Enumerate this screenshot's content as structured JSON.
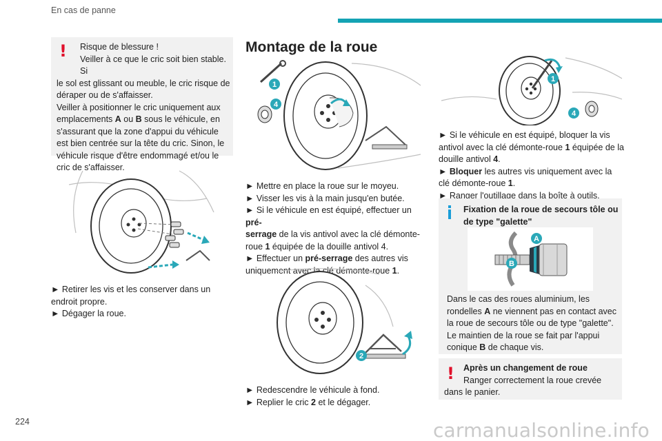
{
  "header": {
    "title": "En cas de panne"
  },
  "page_number": "224",
  "watermark": "carmanualsonline.info",
  "colors": {
    "accent": "#14a3b4",
    "warning": "#e0102b",
    "info": "#1a9dd8",
    "callout": "#2aa8b8"
  },
  "col1": {
    "warning": {
      "title": "Risque de blessure !",
      "lines": [
        "Veiller à ce que le cric soit bien stable. Si",
        "le sol est glissant ou meuble, le cric risque de",
        "déraper ou de s'affaisser.",
        "Veiller à positionner le cric uniquement aux",
        "emplacements ",
        "A",
        " ou ",
        "B",
        " sous le véhicule, en",
        "s'assurant que la zone d'appui du véhicule",
        "est bien centrée sur la tête du cric. Sinon, le",
        "véhicule risque d'être endommagé et/ou le",
        "cric de s'affaisser."
      ]
    },
    "steps": [
      "► Retirer les vis et les conserver dans un",
      "endroit propre.",
      "► Dégager la roue."
    ]
  },
  "col2": {
    "title": "Montage de la roue",
    "fig1_callouts": [
      "1",
      "4"
    ],
    "steps": [
      {
        "pre": "► Mettre en place la roue sur le moyeu.",
        "bold": "",
        "post": ""
      },
      {
        "pre": "► Visser les vis à la main jusqu'en butée.",
        "bold": "",
        "post": ""
      },
      {
        "pre": "► Si le véhicule en est équipé, effectuer un ",
        "bold": "pré-",
        "post": ""
      },
      {
        "pre": "",
        "bold": "serrage",
        "post": " de la vis antivol avec la clé démonte-"
      },
      {
        "pre": "roue ",
        "bold": "1",
        "post": " équipée de la douille antivol 4."
      },
      {
        "pre": "► Effectuer un ",
        "bold": "pré-serrage",
        "post": " des autres vis"
      },
      {
        "pre": "uniquement avec la clé démonte-roue ",
        "bold": "1",
        "post": "."
      }
    ],
    "fig2_callouts": [
      "2"
    ],
    "steps2": [
      {
        "pre": "► Redescendre le véhicule à fond.",
        "bold": "",
        "post": ""
      },
      {
        "pre": "► Replier le cric ",
        "bold": "2",
        "post": " et le dégager."
      }
    ]
  },
  "col3": {
    "fig_callouts": [
      "1",
      "4"
    ],
    "steps": [
      {
        "pre": "► Si le véhicule en est équipé, bloquer la vis",
        "bold": "",
        "post": ""
      },
      {
        "pre": "antivol avec la clé démonte-roue ",
        "bold": "1",
        "post": " équipée de la"
      },
      {
        "pre": "douille antivol ",
        "bold": "4",
        "post": "."
      },
      {
        "pre": "► ",
        "bold": "Bloquer",
        "post": " les autres vis uniquement avec la"
      },
      {
        "pre": "clé démonte-roue ",
        "bold": "1",
        "post": "."
      },
      {
        "pre": "► Ranger l'outillage dans la boîte à outils.",
        "bold": "",
        "post": ""
      }
    ],
    "info": {
      "title_line1": "Fixation de la roue de secours tôle ou",
      "title_line2": "de type \"galette\"",
      "callouts": [
        "A",
        "B"
      ],
      "lines": [
        {
          "pre": "Dans le cas des roues aluminium, les",
          "bold": "",
          "post": ""
        },
        {
          "pre": "rondelles ",
          "bold": "A",
          "post": " ne viennent pas en contact avec"
        },
        {
          "pre": "la roue de secours tôle ou de type \"galette\".",
          "bold": "",
          "post": ""
        },
        {
          "pre": "Le maintien de la roue se fait par l'appui",
          "bold": "",
          "post": ""
        },
        {
          "pre": "conique ",
          "bold": "B",
          "post": " de chaque vis."
        }
      ]
    },
    "warning": {
      "title": "Après un changement de roue",
      "lines": [
        "Ranger correctement la roue crevée",
        "dans le panier."
      ]
    }
  }
}
